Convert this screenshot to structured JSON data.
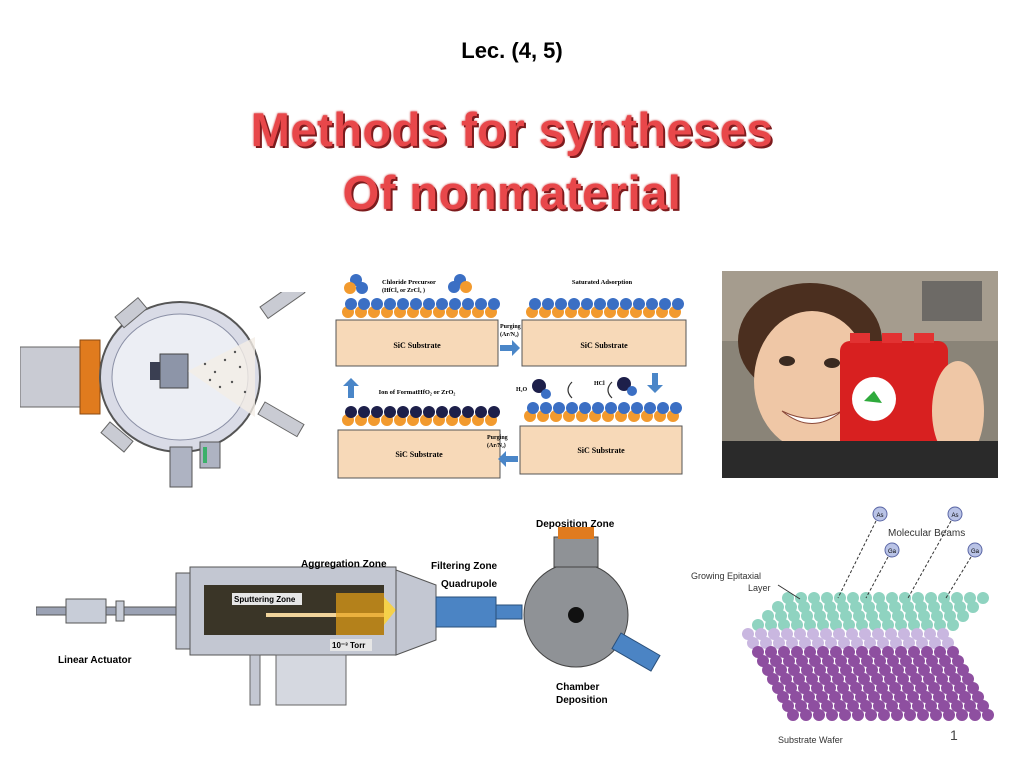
{
  "slide": {
    "lecture": "Lec. (4, 5)",
    "title_line1": "Methods for syntheses",
    "title_line2": "Of nonmaterial",
    "page_number": "1"
  },
  "ald_diagram": {
    "precursor_label_1": "Chloride Precursor",
    "precursor_label_2": "(HfCl₄ or ZrCl₄ )",
    "saturated_label": "Saturated Adsorption",
    "substrate_label": "SiC Substrate",
    "purging_1": "Purging",
    "purging_2": "(Ar/N₂)",
    "ion_label": "Ion of FormatHfO₂ or ZrO₂",
    "h2o_label": "H₂O",
    "hcl_label": "HCl"
  },
  "cluster_source": {
    "aggregation_zone": "Aggregation Zone",
    "sputtering_zone": "Sputtering Zone",
    "torr": "10⁻³ Torr",
    "filtering_zone": "Filtering Zone",
    "quadrupole": "Quadrupole",
    "deposition_zone": "Deposition Zone",
    "linear_actuator": "Linear Actuator",
    "chamber_1": "Chamber",
    "chamber_2": "Deposition"
  },
  "mbe_diagram": {
    "molecular_beams": "Molecular Beams",
    "growing_layer_1": "Growing Epitaxial",
    "growing_layer_2": "Layer",
    "substrate_wafer": "Substrate Wafer",
    "atoms": [
      "As",
      "As",
      "Ga",
      "Ga"
    ]
  },
  "colors": {
    "title": "#e8474a",
    "substrate": "#f7d9b8",
    "arrow_blue": "#4a86c8",
    "atom_blue": "#3b6fc4",
    "atom_orange": "#f29a2e",
    "atom_dark": "#1d1f4a",
    "purple_atom": "#8e4fa0",
    "teal_atom": "#8fd3c0"
  }
}
